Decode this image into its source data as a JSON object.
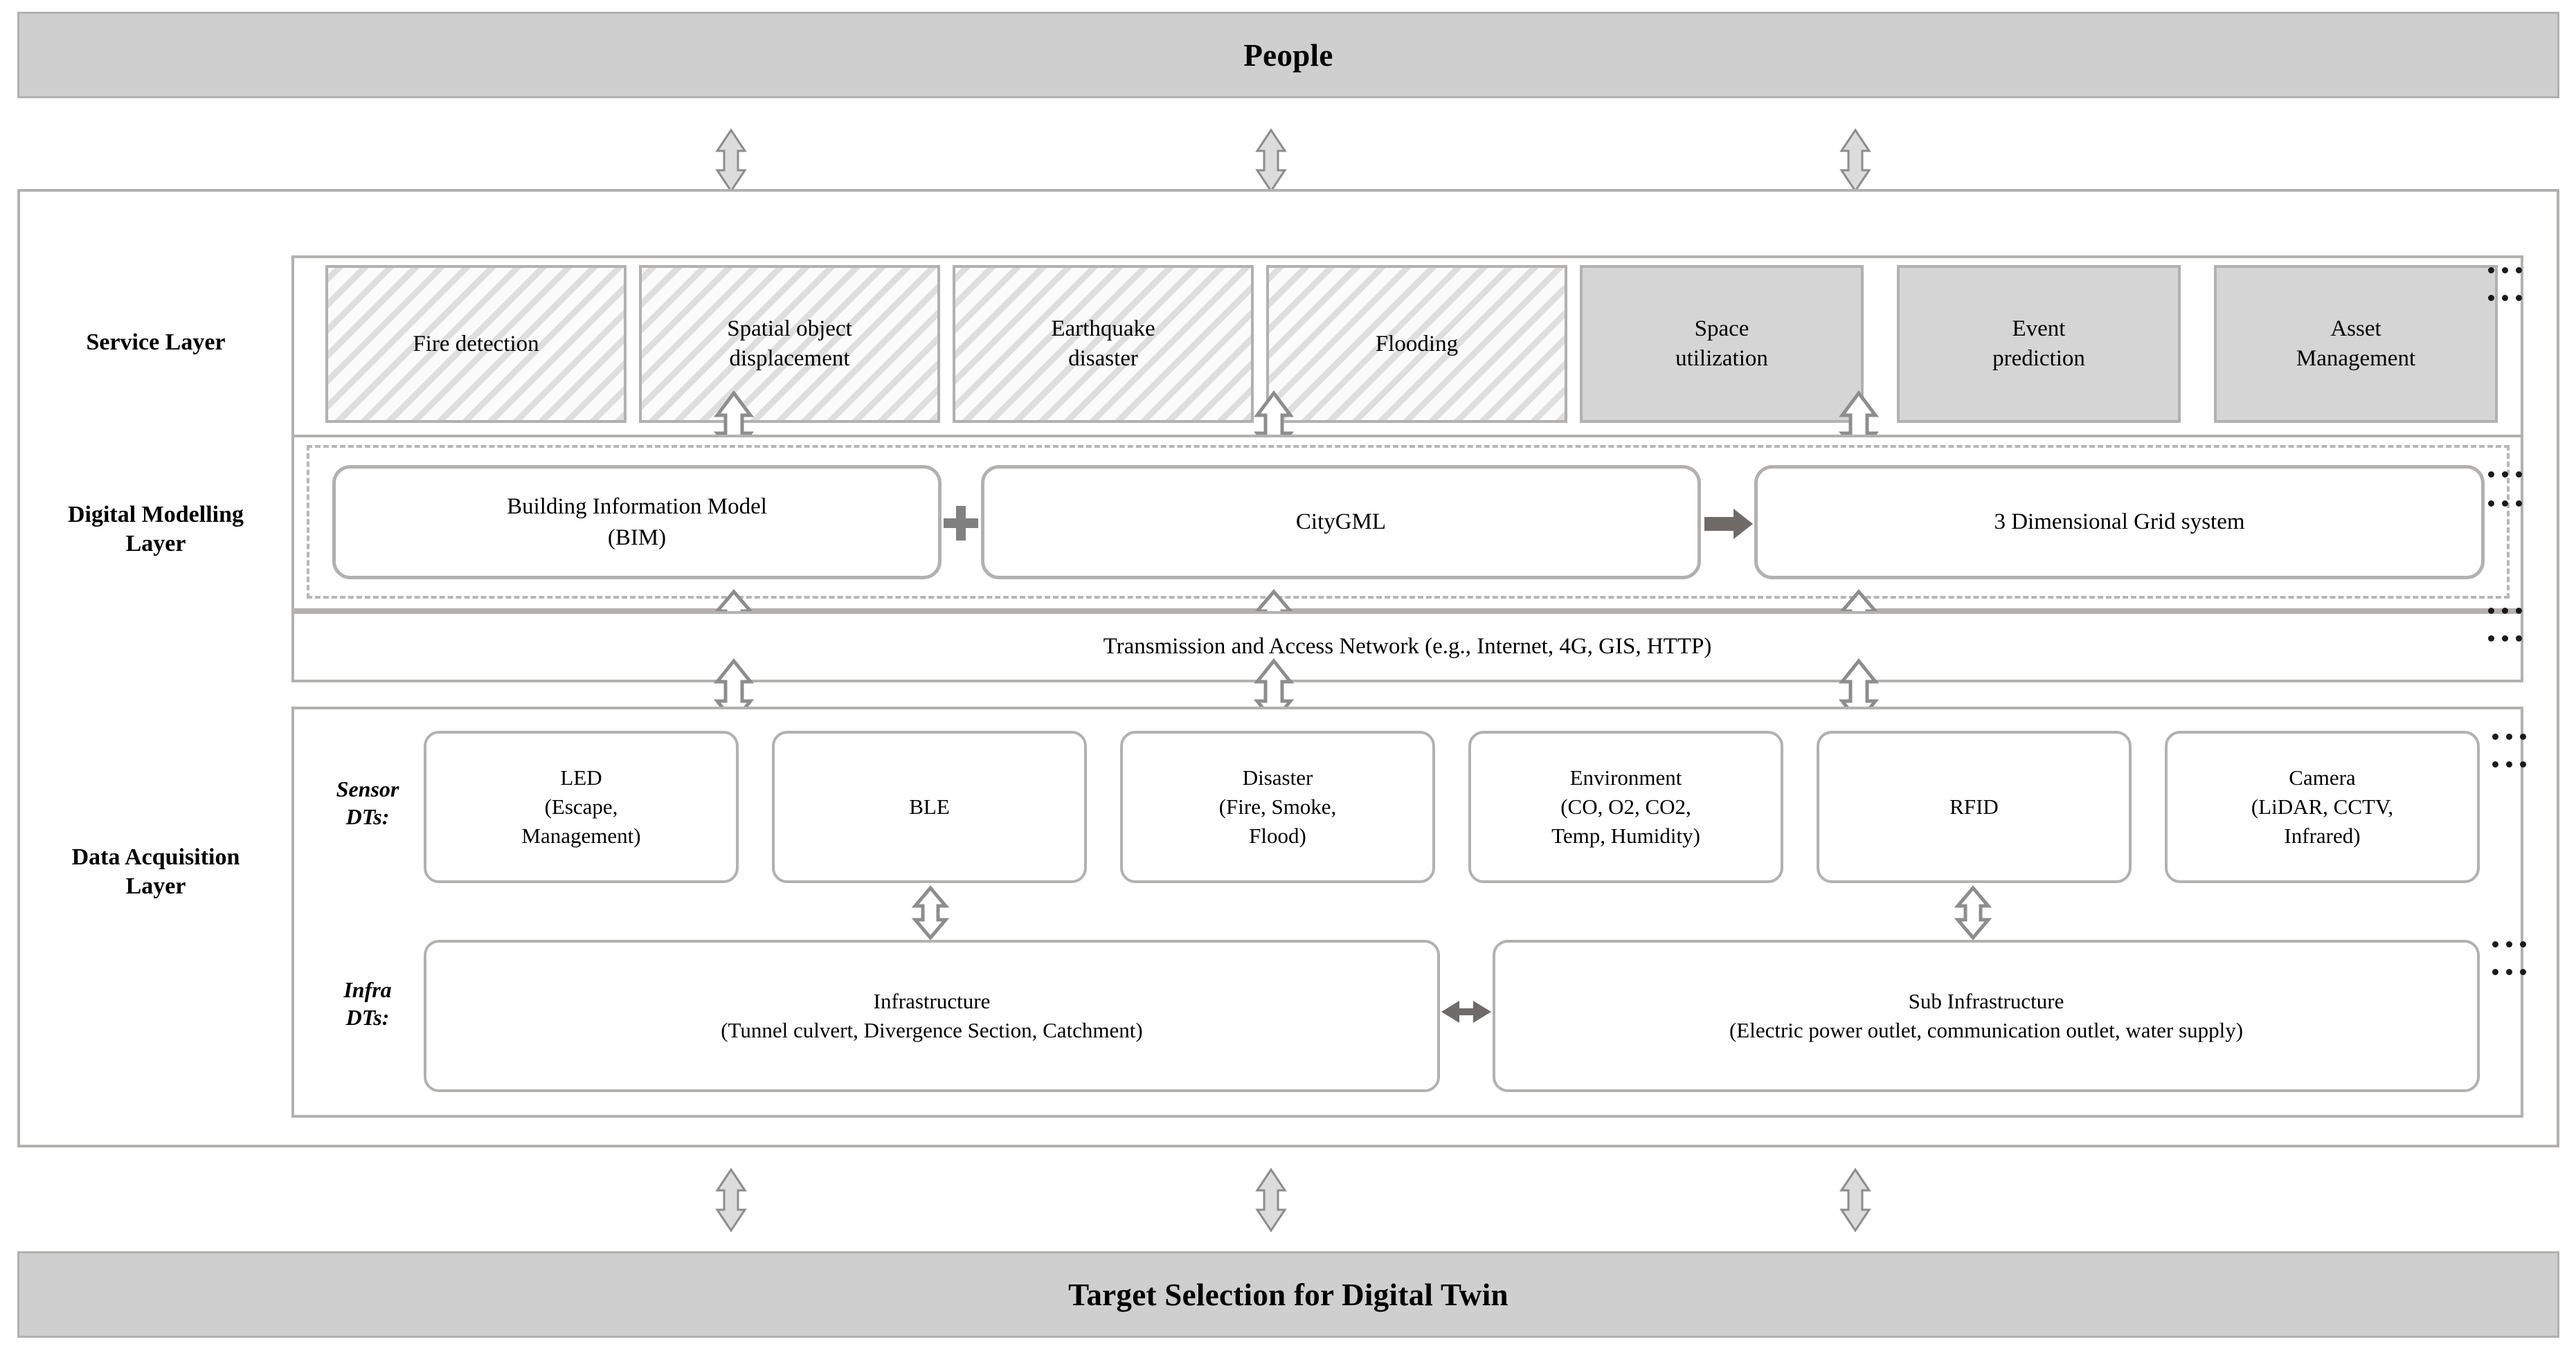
{
  "top_band": {
    "label": "People"
  },
  "bottom_band": {
    "label": "Target Selection for Digital Twin"
  },
  "layers": [
    {
      "id": "service",
      "label": "Service Layer"
    },
    {
      "id": "modelling",
      "label": "Digital Modelling\nLayer"
    },
    {
      "id": "acquisition",
      "label": "Data Acquisition\nLayer"
    }
  ],
  "layer_labels": {
    "service": "Service Layer",
    "modelling_line1": "Digital Modelling",
    "modelling_line2": "Layer",
    "acquisition_line1": "Data Acquisition",
    "acquisition_line2": "Layer"
  },
  "service_layer": {
    "boxes": [
      {
        "label": "Fire detection",
        "style": "hatched"
      },
      {
        "label": "Spatial object\ndisplacement",
        "style": "hatched"
      },
      {
        "label": "Earthquake\ndisaster",
        "style": "hatched"
      },
      {
        "label": "Flooding",
        "style": "hatched"
      },
      {
        "label": "Space\nutilization",
        "style": "solid"
      },
      {
        "label": "Event\nprediction",
        "style": "solid"
      },
      {
        "label": "Asset\nManagement",
        "style": "solid"
      }
    ],
    "overflow_marker": "..."
  },
  "modelling_layer": {
    "boxes": [
      {
        "label": "Building Information Model\n(BIM)"
      },
      {
        "label": "CityGML"
      },
      {
        "label": "3 Dimensional Grid system"
      }
    ],
    "connector_plus": "+",
    "connector_arrow": "→",
    "overflow_marker": "..."
  },
  "network_layer": {
    "label": "Transmission and Access Network (e.g., Internet, 4G, GIS, HTTP)",
    "overflow_marker": "..."
  },
  "acquisition_layer": {
    "sensor_group_label_line1": "Sensor",
    "sensor_group_label_line2": "DTs:",
    "infra_group_label_line1": "Infra",
    "infra_group_label_line2": "DTs:",
    "sensor_boxes": [
      {
        "label": "LED\n(Escape,\nManagement)"
      },
      {
        "label": "BLE"
      },
      {
        "label": "Disaster\n(Fire, Smoke,\nFlood)"
      },
      {
        "label": "Environment\n(CO, O2, CO2,\nTemp, Humidity)"
      },
      {
        "label": "RFID"
      },
      {
        "label": "Camera\n(LiDAR, CCTV,\nInfrared)"
      }
    ],
    "infra_boxes": [
      {
        "label": "Infrastructure\n(Tunnel culvert, Divergence Section, Catchment)"
      },
      {
        "label": "Sub Infrastructure\n(Electric power outlet, communication outlet, water supply)"
      }
    ],
    "overflow_marker": "..."
  },
  "colors": {
    "band_fill": "#cfcfcf",
    "border_grey": "#b3b1af",
    "solid_box_fill": "#d5d5d5",
    "hatch_line": "#dedede",
    "arrow_outline": "#8d8d8d",
    "arrow_solid": "#6e6b69",
    "text": "#000000"
  }
}
